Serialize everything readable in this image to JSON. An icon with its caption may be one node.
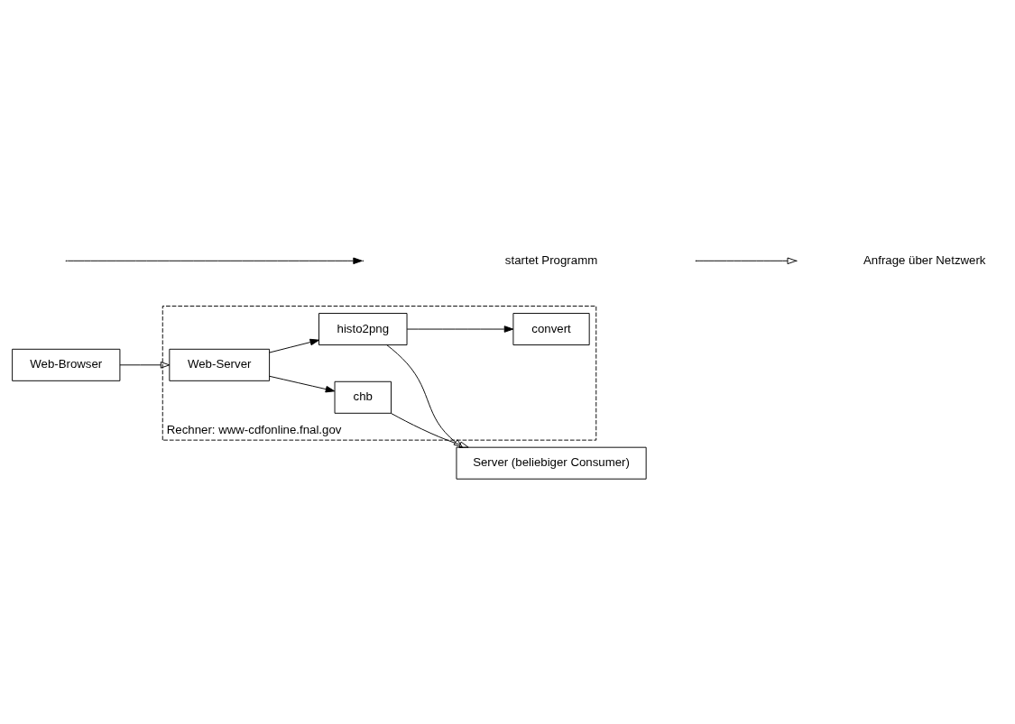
{
  "diagram": {
    "nodes": [
      {
        "text": [
          "Rechner: www-cdfonline.fnal.gov"
        ]
      },
      {
        "text": [
          "Web-Browser"
        ]
      },
      {
        "text": [
          "Web-Server"
        ],
        "in": 0
      },
      {
        "text": [
          "chb"
        ],
        "in": 0
      },
      {
        "text": [
          "histo2png"
        ],
        "in": 0
      },
      {
        "text": [
          "convert"
        ],
        "in": 0
      },
      {
        "text": [
          "Server (beliebiger Consumer)"
        ]
      }
    ],
    "edges": [
      {
        "from": 1,
        "to": 2,
        "arrow": "to"
      },
      {
        "from": 2,
        "to": 3,
        "arrow": "to"
      },
      {
        "from": 2,
        "to": 4,
        "arrow": "to"
      },
      {
        "from": 4,
        "to": 5,
        "arrow": "to"
      },
      {
        "from": 3,
        "to": 6,
        "arrow": "to"
      },
      {
        "from": 4,
        "to": 6,
        "arrow": "to"
      }
    ],
    "legend": [
      {
        "text": "startet Programm"
      },
      {
        "text": "Anfrage über Netzwerk"
      }
    ]
  }
}
